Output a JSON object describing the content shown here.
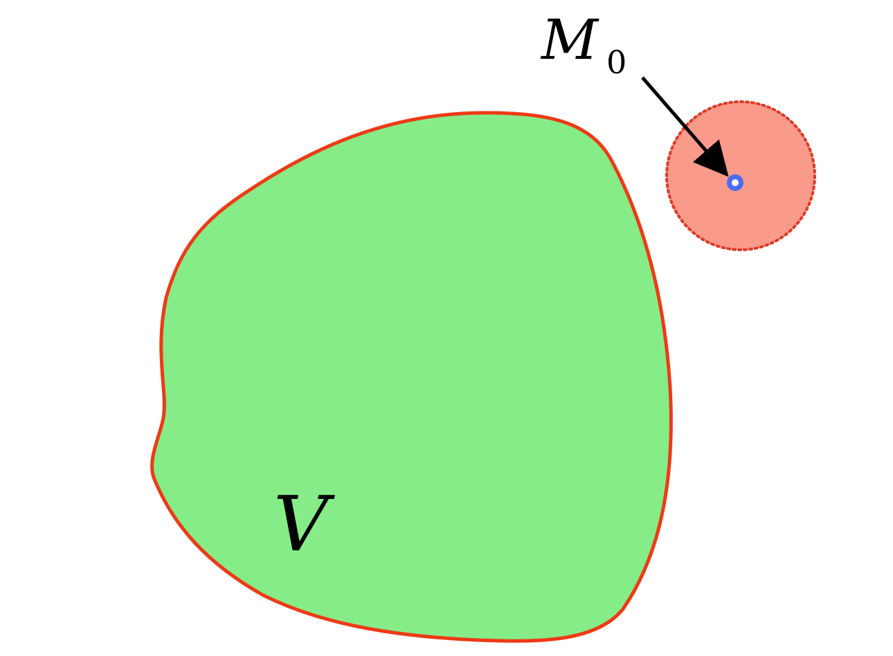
{
  "region": {
    "label": "V",
    "fill_color": "#86ec88",
    "stroke_color": "#ee3a16"
  },
  "neighborhood": {
    "fill_color": "#fa9a8a",
    "stroke_color": "#dd3a26",
    "border_style": "dotted"
  },
  "point": {
    "label": "M",
    "label_subscript": "0",
    "marker_color": "#4a6cf4",
    "marker_center_color": "#ffffff",
    "arrow_color": "#000000"
  }
}
